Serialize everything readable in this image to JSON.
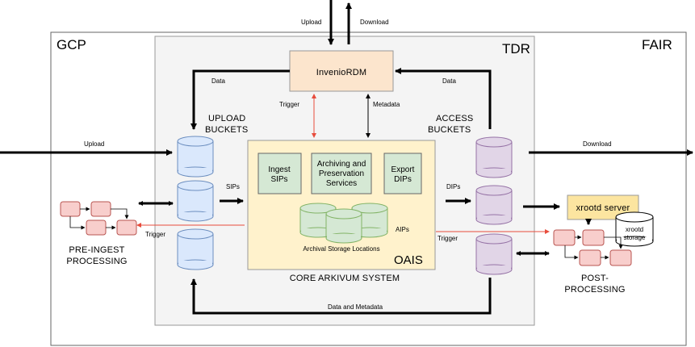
{
  "regions": {
    "gcp": "GCP",
    "fair": "FAIR",
    "tdr": "TDR"
  },
  "top": {
    "upload": "Upload",
    "download": "Download"
  },
  "invenio": {
    "title": "InvenioRDM",
    "trigger": "Trigger",
    "metadata": "Metadata",
    "data_left": "Data",
    "data_right": "Data"
  },
  "upload_buckets": {
    "line1": "UPLOAD",
    "line2": "BUCKETS"
  },
  "access_buckets": {
    "line1": "ACCESS",
    "line2": "BUCKETS"
  },
  "flows": {
    "upload_left": "Upload",
    "download_right": "Download",
    "sips": "SIPs",
    "dips": "DIPs",
    "trigger_left": "Trigger",
    "trigger_right": "Trigger",
    "data_and_metadata": "Data and Metadata"
  },
  "oais": {
    "label": "OAIS",
    "ingest_line1": "Ingest",
    "ingest_line2": "SIPs",
    "archiving_line1": "Archiving and",
    "archiving_line2": "Preservation",
    "archiving_line3": "Services",
    "export_line1": "Export",
    "export_line2": "DIPs",
    "aips": "AIPs",
    "storage": "Archival Storage Locations"
  },
  "core": "CORE ARKIVUM SYSTEM",
  "pre_ingest": {
    "line1": "PRE-INGEST",
    "line2": "PROCESSING"
  },
  "post": {
    "line1": "POST-",
    "line2": "PROCESSING"
  },
  "xrootd": {
    "server": "xrootd server",
    "storage_line1": "xrootd",
    "storage_line2": "storage"
  },
  "colors": {
    "tdr_bg": "#f4f4f4",
    "invenio_fill": "#fce5cd",
    "oais_fill": "#fff2cc",
    "green_fill": "#d5e8d4",
    "blue_fill": "#dae8fc",
    "purple_fill": "#e1d5e7",
    "red_fill": "#f8cecc",
    "red_arrow": "#e74c3c"
  }
}
